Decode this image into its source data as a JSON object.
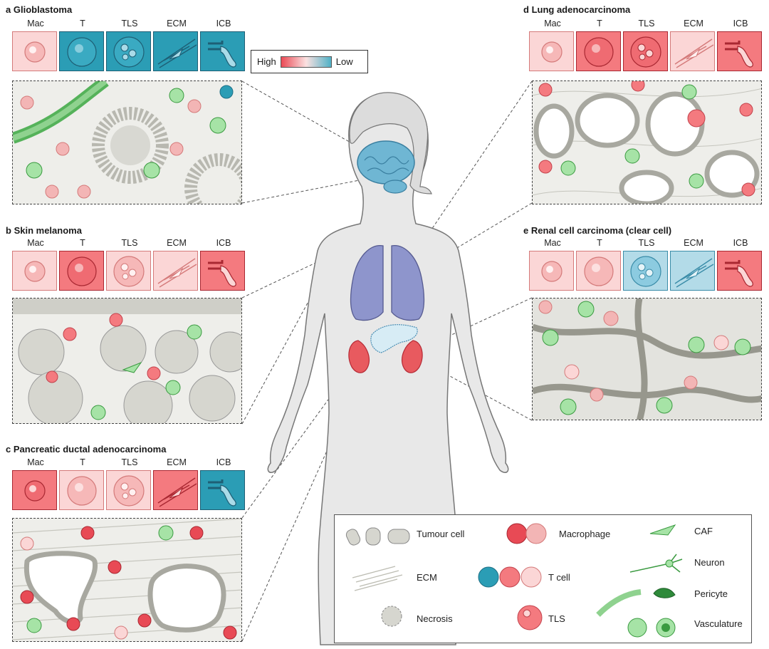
{
  "scale": {
    "high": "High",
    "low": "Low"
  },
  "columns": [
    "Mac",
    "T",
    "TLS",
    "ECM",
    "ICB"
  ],
  "colors": {
    "high": "#ea4a55",
    "mid": "#f79ea0",
    "lowpink": "#fbd6d6",
    "low": "#2b9db5",
    "lightblue": "#b3dbe8"
  },
  "panels": [
    {
      "letter": "a",
      "name": "Glioblastoma",
      "levels": [
        "lowpink",
        "low",
        "low",
        "low",
        "low"
      ]
    },
    {
      "letter": "b",
      "name": "Skin melanoma",
      "levels": [
        "lowpink",
        "high",
        "lowpink",
        "lowpink",
        "high"
      ]
    },
    {
      "letter": "c",
      "name": "Pancreatic ductal adenocarcinoma",
      "levels": [
        "high",
        "lowpink",
        "lowpink",
        "high",
        "low"
      ]
    },
    {
      "letter": "d",
      "name": "Lung adenocarcinoma",
      "levels": [
        "lowpink",
        "high",
        "high",
        "lowpink",
        "high"
      ]
    },
    {
      "letter": "e",
      "name": "Renal cell carcinoma (clear cell)",
      "levels": [
        "lowpink",
        "lowpink",
        "lightblue",
        "lightblue",
        "high"
      ]
    }
  ],
  "legend": {
    "tumour": "Tumour cell",
    "macrophage": "Macrophage",
    "caf": "CAF",
    "ecm": "ECM",
    "tcell": "T cell",
    "neuron": "Neuron",
    "pericyte": "Pericyte",
    "necrosis": "Necrosis",
    "tls": "TLS",
    "vasculature": "Vasculature"
  }
}
